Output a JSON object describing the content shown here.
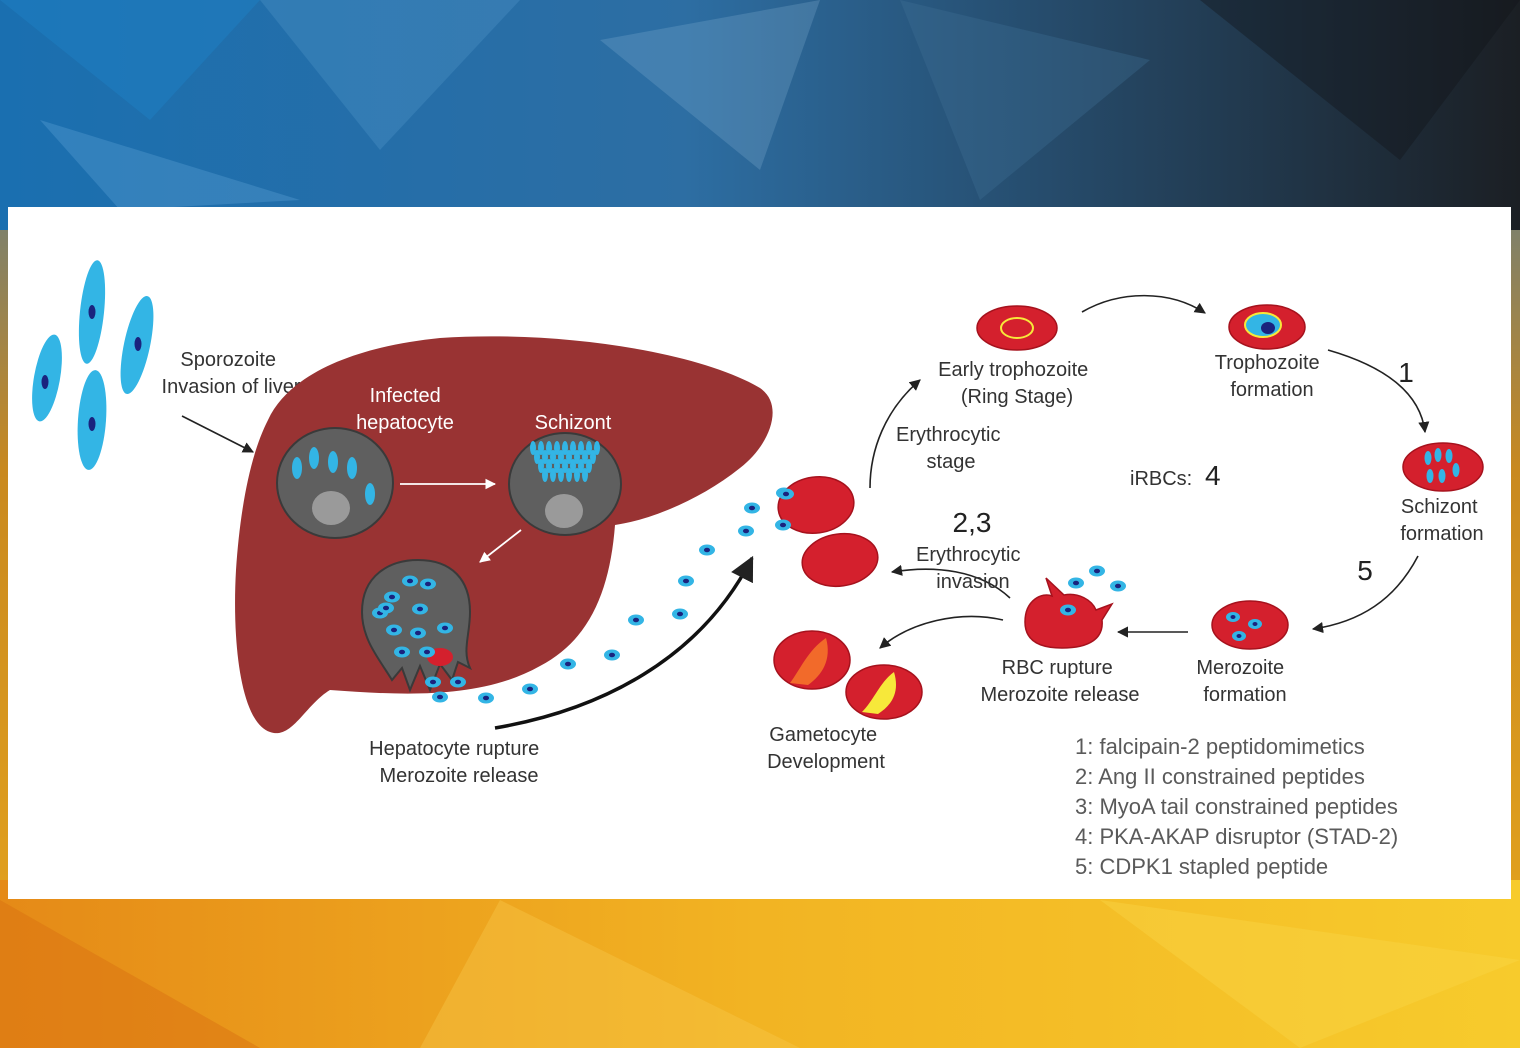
{
  "labels": {
    "sporozoite": [
      "Sporozoite",
      "Invasion of liver"
    ],
    "infected_hepatocyte": [
      "Infected",
      "hepatocyte"
    ],
    "schizont_liver": "Schizont",
    "hepatocyte_rupture": [
      "Hepatocyte rupture",
      "Merozoite release"
    ],
    "early_trophozoite": [
      "Early trophozoite",
      "(Ring Stage)"
    ],
    "trophozoite_formation": [
      "Trophozoite",
      "formation"
    ],
    "erythrocytic_stage": [
      "Erythrocytic",
      "stage"
    ],
    "irbcs": "iRBCs:",
    "irbcs_num": "4",
    "schizont_formation": [
      "Schizont",
      "formation"
    ],
    "num_1": "1",
    "num_5": "5",
    "num_23": "2,3",
    "erythrocytic_invasion": [
      "Erythrocytic",
      "invasion"
    ],
    "rbc_rupture": [
      "RBC rupture",
      "Merozoite release"
    ],
    "merozoite_formation": [
      "Merozoite",
      "formation"
    ],
    "gametocyte": [
      "Gametocyte",
      "Development"
    ]
  },
  "legend": [
    "1: falcipain-2 peptidomimetics",
    "2: Ang II constrained peptides",
    "3: MyoA tail constrained peptides",
    "4: PKA-AKAP disruptor (STAD-2)",
    "5: CDPK1 stapled peptide"
  ],
  "colors": {
    "liver": "#993333",
    "rbc": "#d4202d",
    "parasite": "#33b5e5",
    "nucleus": "#1a237e",
    "cell_gray": "#5f5f5f",
    "gametocyte_orange": "#f26a2a",
    "gametocyte_yellow": "#f7e83a"
  }
}
